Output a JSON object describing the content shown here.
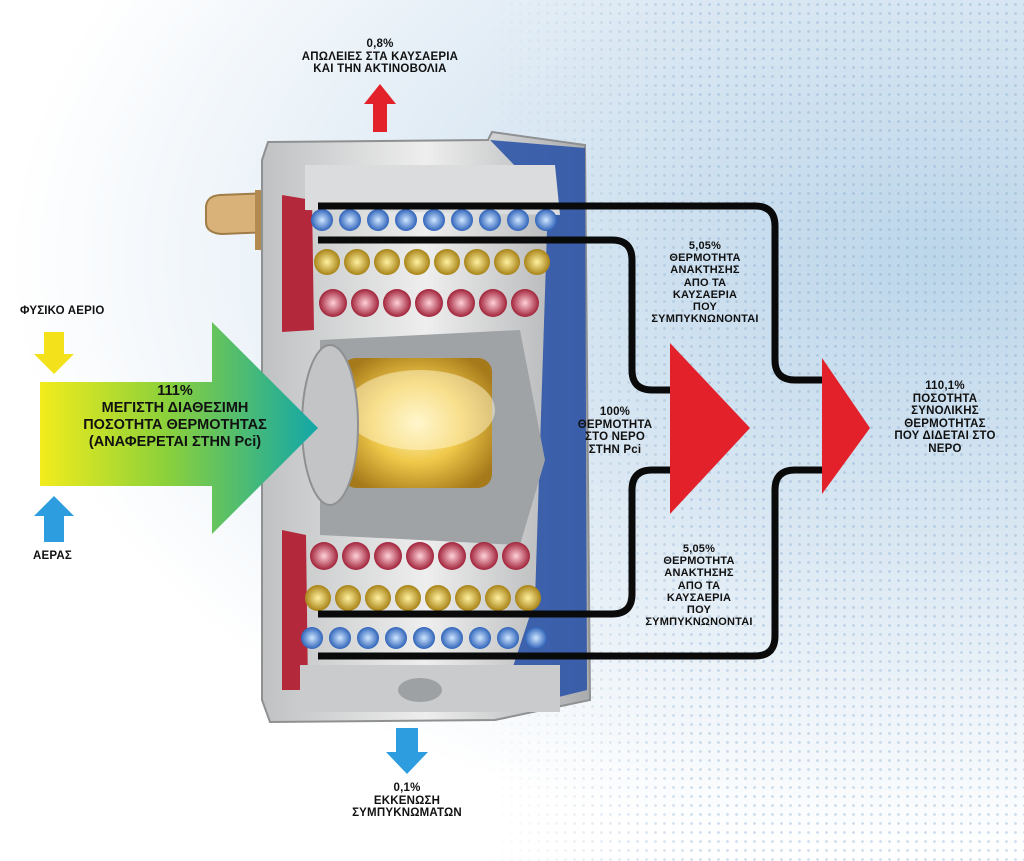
{
  "labels": {
    "top_value": "0,8%",
    "top_line1": "ΑΠΩΛΕΙΕΣ ΣΤΑ ΚΑΥΣΑΕΡΙΑ",
    "top_line2": "ΚΑΙ ΤΗΝ ΑΚΤΙΝΟΒΟΛΙΑ",
    "gas": "ΦΥΣΙΚΟ ΑΕΡΙΟ",
    "air": "ΑΕΡΑΣ",
    "max_value": "111%",
    "max_line1": "ΜΕΓΙΣΤΗ ΔΙΑΘΕΣΙΜΗ",
    "max_line2": "ΠΟΣΟΤΗΤΑ ΘΕΡΜΟΤΗΤΑΣ",
    "max_line3": "(ΑΝΑΦΕΡΕΤΑΙ ΣΤΗΝ Pci)",
    "rec_top_value": "5,05%",
    "rec_top_l1": "ΘΕΡΜΟΤΗΤΑ",
    "rec_top_l2": "ΑΝΑΚΤΗΣΗΣ",
    "rec_top_l3": "ΑΠΟ ΤΑ",
    "rec_top_l4": "ΚΑΥΣΑΕΡΙΑ",
    "rec_top_l5": "ΠΟΥ",
    "rec_top_l6": "ΣΥΜΠΥΚΝΩΝΟΝΤΑΙ",
    "water_value": "100%",
    "water_l1": "ΘΕΡΜΟΤΗΤΑ",
    "water_l2": "ΣΤΟ ΝΕΡΟ",
    "water_l3": "ΣΤΗΝ Pci",
    "rec_bot_value": "5,05%",
    "rec_bot_l1": "ΘΕΡΜΟΤΗΤΑ",
    "rec_bot_l2": "ΑΝΑΚΤΗΣΗΣ",
    "rec_bot_l3": "ΑΠΟ ΤΑ",
    "rec_bot_l4": "ΚΑΥΣΑΕΡΙΑ",
    "rec_bot_l5": "ΠΟΥ",
    "rec_bot_l6": "ΣΥΜΠΥΚΝΩΝΟΝΤΑΙ",
    "total_value": "110,1%",
    "total_l1": "ΠΟΣΟΤΗΤΑ",
    "total_l2": "ΣΥΝΟΛΙΚΗΣ",
    "total_l3": "ΘΕΡΜΟΤΗΤΑΣ",
    "total_l4": "ΠΟΥ ΔΙΔΕΤΑΙ ΣΤΟ",
    "total_l5": "ΝΕΡΟ",
    "drain_value": "0,1%",
    "drain_l1": "ΕΚΚΕΝΩΣΗ",
    "drain_l2": "ΣΥΜΠΥΚΝΩΜΑΤΩΝ"
  },
  "colors": {
    "loss_arrow": "#e3212b",
    "flow_arrow": "#e3212b",
    "gas_arrow": "#f3e21b",
    "air_arrow": "#2d9de0",
    "flow_line": "#0a0a0a"
  }
}
